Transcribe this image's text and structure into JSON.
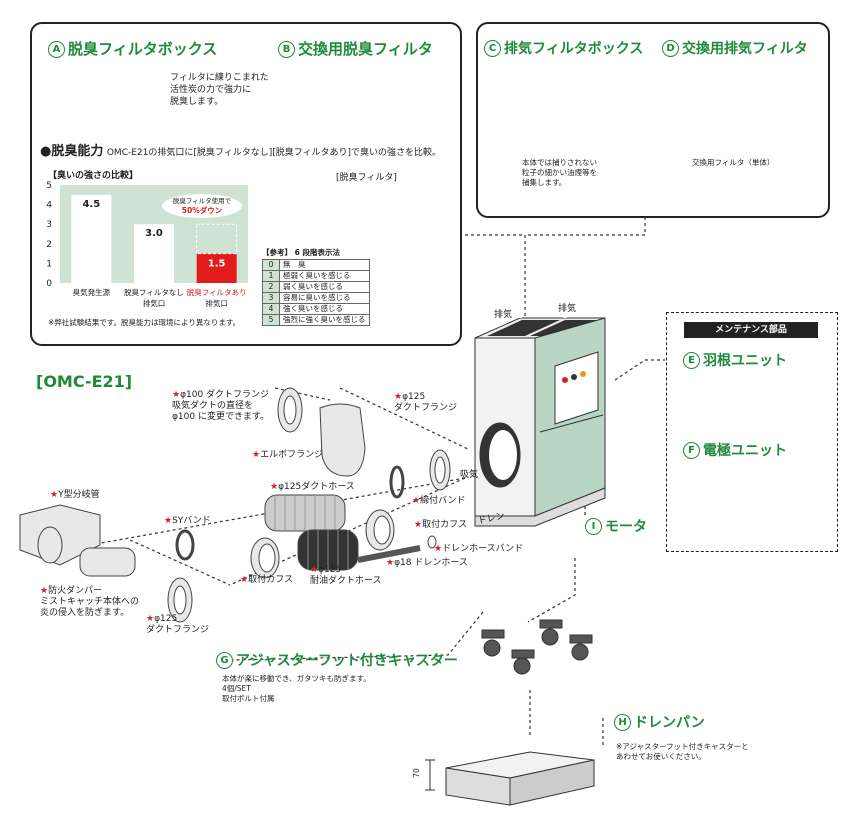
{
  "deodor_box": {
    "letter": "A",
    "title": "脱臭フィルタボックス",
    "desc": [
      "フィルタに練りこまれた",
      "活性炭の力で強力に",
      "脱臭します。"
    ]
  },
  "deodor_filter": {
    "letter": "B",
    "title": "交換用脱臭フィルタ"
  },
  "ability": {
    "title": "●脱臭能力",
    "desc": "OMC-E21の排気口に[脱臭フィルタなし][脱臭フィルタあり]で臭いの強さを比較。"
  },
  "exhaust_box": {
    "letter": "C",
    "title": "排気フィルタボックス",
    "desc": [
      "本体では捕りされない",
      "粒子の細かい油煙等を",
      "捕集します。"
    ]
  },
  "exhaust_filter": {
    "letter": "D",
    "title": "交換用排気フィルタ",
    "desc": "交換用フィルタ（単体）"
  },
  "chart_data": {
    "type": "bar",
    "title": "【臭いの強さの比較】",
    "categories": [
      "臭気発生源",
      "脱臭フィルタなし 排気口",
      "脱臭フィルタあり 排気口"
    ],
    "values": [
      4.5,
      3.0,
      1.5
    ],
    "value_labels": [
      "4.5",
      "3.0",
      "1.5"
    ],
    "ylim": [
      0,
      5
    ],
    "yticks": [
      "0",
      "1",
      "2",
      "3",
      "4",
      "5"
    ],
    "colors": [
      "#ffffff",
      "#ffffff",
      "#e31b1b"
    ],
    "badge_line1": "脱臭フィルタ使用で",
    "badge_line2": "50%ダウン",
    "footnote": "※弊社試験結果です。脱臭能力は環境により異なります。"
  },
  "illus": {
    "filter_label": "[脱臭フィルタ]"
  },
  "scale": {
    "title": "【参考】 6 段階表示法",
    "rows": [
      {
        "n": "0",
        "text": "無　臭"
      },
      {
        "n": "1",
        "text": "極弱く臭いを感じる"
      },
      {
        "n": "2",
        "text": "弱く臭いを感じる"
      },
      {
        "n": "3",
        "text": "容易に臭いを感じる"
      },
      {
        "n": "4",
        "text": "強く臭いを感じる"
      },
      {
        "n": "5",
        "text": "強烈に強く臭いを感じる"
      }
    ]
  },
  "model": "[OMC-E21]",
  "exhaust_label": "排気",
  "intake_label": "吸気",
  "drain_label": "ドレン",
  "maint": {
    "title": "メンテナンス部品",
    "e_letter": "E",
    "e_title": "羽根ユニット",
    "f_letter": "F",
    "f_title": "電極ユニット"
  },
  "motor": {
    "letter": "I",
    "title": "モータ"
  },
  "caster": {
    "letter": "G",
    "title": "アジャスターフット付きキャスター",
    "desc": [
      "本体が楽に移動でき、ガタツキも防ぎます。",
      "4個/SET",
      "取付ボルト付属"
    ]
  },
  "drainpan": {
    "letter": "H",
    "title": "ドレンパン",
    "note": [
      "※アジャスターフット付きキャスターと",
      "あわせてお使いください。"
    ],
    "dim": "70"
  },
  "parts": {
    "flange100": [
      "φ100 ダクトフランジ",
      "吸気ダクトの直径を",
      "φ100 に変更できます。"
    ],
    "flange125a": [
      "φ125",
      "ダクトフランジ"
    ],
    "elbow": "エルボフランジ",
    "hose125": "φ125ダクトホース",
    "band": "締付バンド",
    "cuff_r": "取付カフス",
    "drain_band": "ドレンホースバンド",
    "drain_hose": "φ18 ドレンホース",
    "oil_hose": [
      "φ125",
      "耐油ダクトホース"
    ],
    "cuff_l": "取付カフス",
    "sy_band": "SYバンド",
    "y_pipe": "Y型分岐管",
    "damper": [
      "防火ダンパー",
      "ミストキャッチ本体への",
      "炎の侵入を防ぎます。"
    ],
    "flange125b": [
      "φ125",
      "ダクトフランジ"
    ]
  }
}
